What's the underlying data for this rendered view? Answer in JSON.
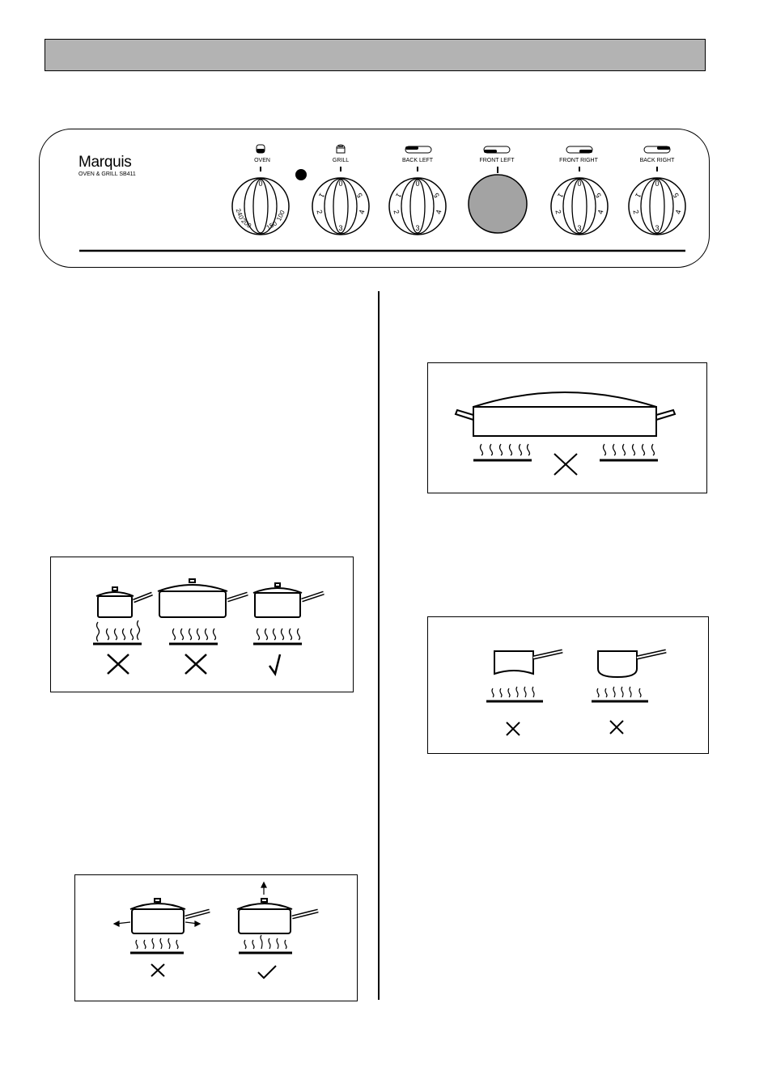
{
  "control_panel": {
    "brand": "Marquis",
    "model": "OVEN & GRILL  SB411",
    "knobs": [
      {
        "label": "OVEN",
        "top_mark": "0",
        "icon": "oven-icon",
        "scale": [
          "240",
          "200",
          "150",
          "100"
        ]
      },
      {
        "label": "GRILL",
        "top_mark": "0",
        "icon": "grill-icon",
        "scale": [
          "1",
          "2",
          "3",
          "4",
          "5"
        ]
      },
      {
        "label": "BACK LEFT",
        "top_mark": "0",
        "icon": "hob-back-left-icon",
        "scale": [
          "1",
          "2",
          "3",
          "4",
          "5"
        ]
      },
      {
        "label": "FRONT LEFT",
        "icon": "hob-front-left-icon"
      },
      {
        "label": "FRONT RIGHT",
        "top_mark": "0",
        "icon": "hob-front-right-icon",
        "scale": [
          "1",
          "2",
          "3",
          "4",
          "5"
        ]
      },
      {
        "label": "BACK RIGHT",
        "top_mark": "0",
        "icon": "hob-back-right-icon",
        "scale": [
          "1",
          "2",
          "3",
          "4",
          "5"
        ]
      }
    ],
    "colors": {
      "header_bar": "#b3b3b3",
      "front_left_disc": "#a3a3a3"
    }
  }
}
